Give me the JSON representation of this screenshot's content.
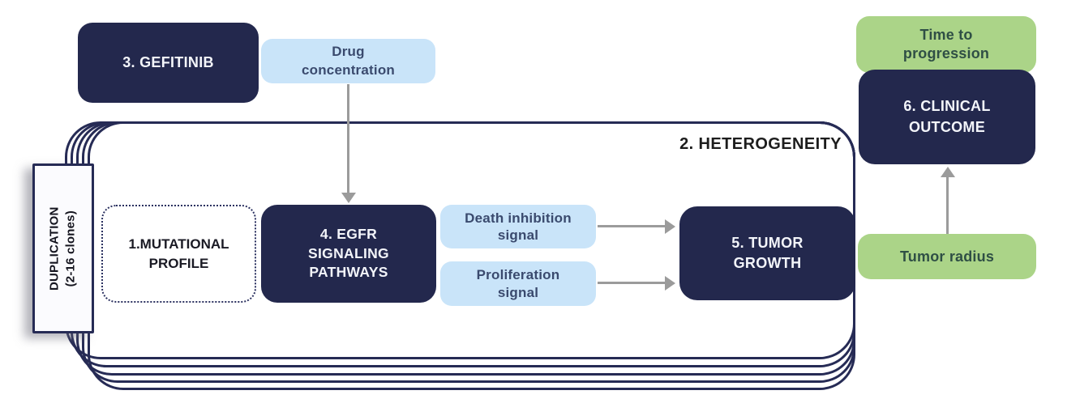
{
  "palette": {
    "dark_navy": "#23284d",
    "light_blue": "#c9e4f9",
    "green": "#abd488",
    "green_text": "#2f4f45",
    "blue_text": "#3a4a6e",
    "outline_navy": "#262b55",
    "arrow_gray": "#9b9b9b"
  },
  "diagram": {
    "nodes": {
      "gefitinib": {
        "label": "3. GEFITINIB"
      },
      "drug_concentration": {
        "label": "Drug\nconcentration"
      },
      "heterogeneity": {
        "label": "2. HETEROGENEITY"
      },
      "duplication": {
        "label": "DUPLICATION\n(2-16 clones)"
      },
      "mutational_profile": {
        "label": "1.MUTATIONAL\nPROFILE"
      },
      "egfr_signaling_pathways": {
        "label": "4. EGFR\nSIGNALING\nPATHWAYS"
      },
      "death_inhibition_signal": {
        "label": "Death inhibition\nsignal"
      },
      "proliferation_signal": {
        "label": "Proliferation\nsignal"
      },
      "tumor_growth": {
        "label": "5. TUMOR\nGROWTH"
      },
      "tumor_radius": {
        "label": "Tumor radius"
      },
      "clinical_outcome": {
        "label": "6. CLINICAL\nOUTCOME"
      },
      "time_to_progression": {
        "label": "Time to\nprogression"
      }
    },
    "edges": [
      {
        "from": "drug_concentration",
        "to": "egfr_signaling_pathways"
      },
      {
        "from": "death_inhibition_signal",
        "to": "tumor_growth"
      },
      {
        "from": "proliferation_signal",
        "to": "tumor_growth"
      },
      {
        "from": "tumor_radius",
        "to": "clinical_outcome"
      }
    ]
  }
}
